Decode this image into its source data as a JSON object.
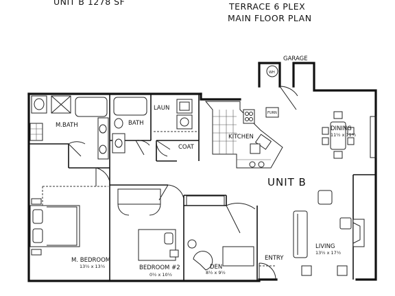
{
  "header": {
    "unit_info": "UNIT B 1278 SF",
    "title_line1": "TERRACE 6 PLEX",
    "title_line2": "MAIN FLOOR PLAN"
  },
  "unit_label": "UNIT B",
  "rooms": {
    "garage": "GARAGE",
    "mbath": "M.BATH",
    "bath": "BATH",
    "laun": "LAUN",
    "coat": "COAT",
    "kitchen": "KITCHEN",
    "dining": {
      "name": "DINING",
      "dims": "11½ x 11½"
    },
    "m_bedroom": {
      "name": "M. BEDROOM",
      "dims": "13½ x 13½"
    },
    "bedroom2": {
      "name": "BEDROOM #2",
      "dims": "0½ x 10½"
    },
    "den": {
      "name": "DEN",
      "dims": "8½ x 9½"
    },
    "entry": "ENTRY",
    "living": {
      "name": "LIVING",
      "dims": "13½ x 17½"
    },
    "wh": "WH",
    "furn": "FURN"
  }
}
